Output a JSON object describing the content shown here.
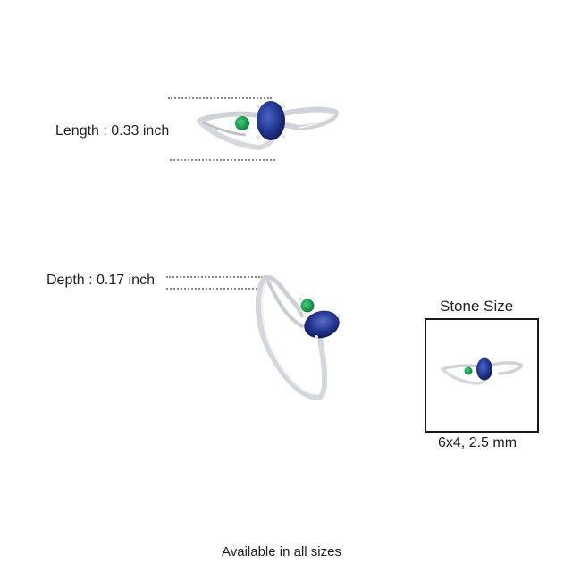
{
  "measurements": {
    "length": {
      "label": "Length : 0.33 inch"
    },
    "depth": {
      "label": "Depth : 0.17 inch"
    }
  },
  "stone_size": {
    "title": "Stone Size",
    "value": "6x4, 2.5 mm"
  },
  "footer": {
    "text": "Available in all sizes"
  },
  "colors": {
    "sapphire": "#23358f",
    "emerald": "#14a04a",
    "metal": "#d9dcdf",
    "guide_dots": "#8a8a8a",
    "box_border": "#1a1a1a"
  },
  "product_images": [
    {
      "view": "top",
      "description": "white gold ring with oval blue sapphire and round green emerald"
    },
    {
      "view": "angled",
      "description": "white gold ring angled side view"
    },
    {
      "view": "stone-size-thumbnail",
      "description": "ring top view inside stone size box"
    }
  ]
}
